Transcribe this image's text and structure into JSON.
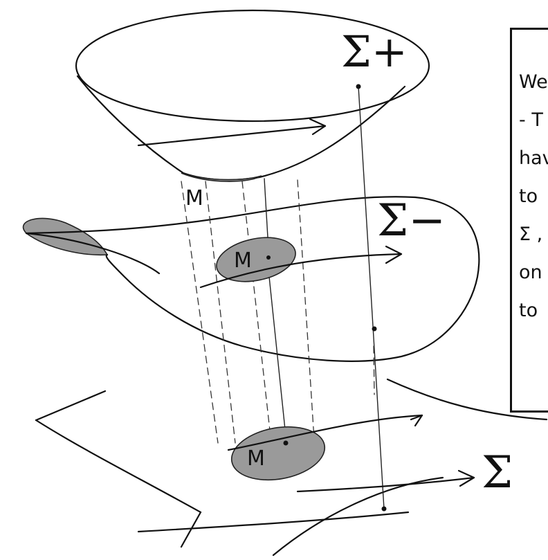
{
  "labels": {
    "sigma_plus": "Σ+",
    "sigma_minus": "Σ−",
    "sigma": "Σ",
    "m_top": "M",
    "m_middle": "M",
    "m_bottom": "M"
  },
  "note": {
    "lines": [
      "We",
      "- T",
      "hav",
      "to",
      "Σ ,",
      "on",
      "to"
    ]
  }
}
